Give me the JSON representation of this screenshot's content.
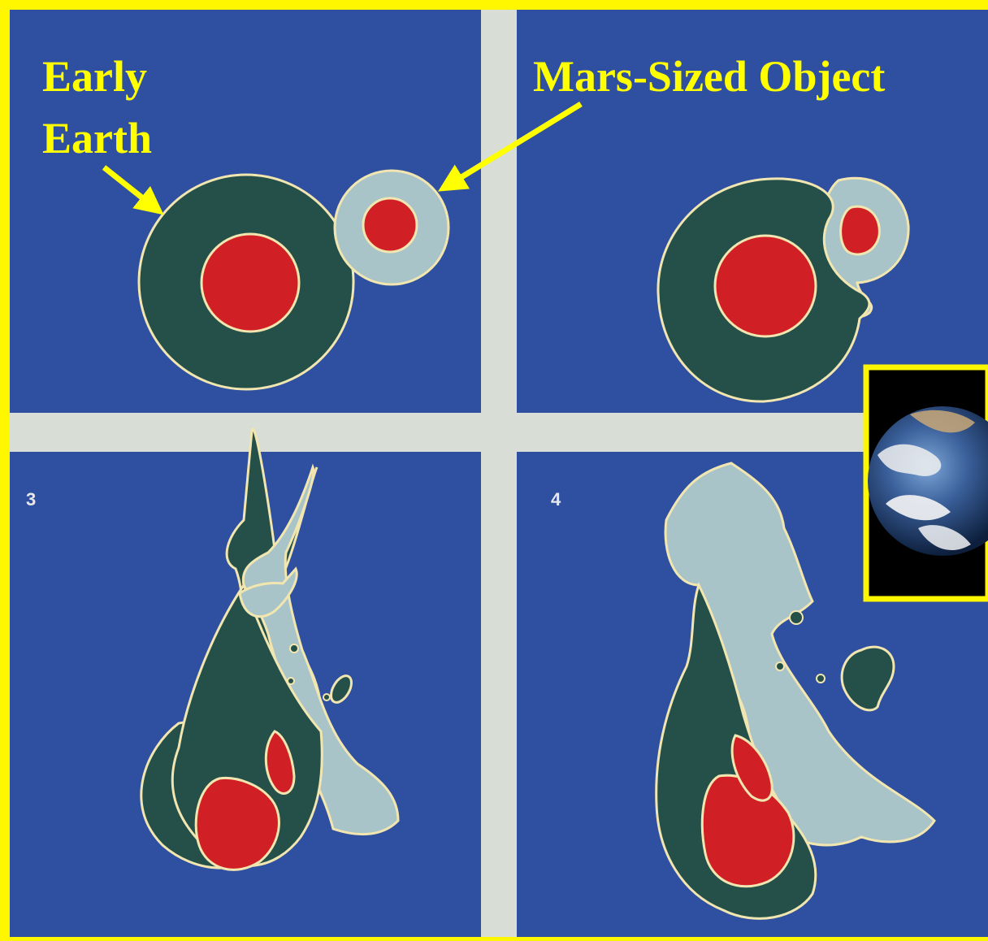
{
  "labels": {
    "early_earth_line1": "Early",
    "early_earth_line2": "Earth",
    "mars_sized_object": "Mars-Sized Object"
  },
  "panels": [
    {
      "number": ""
    },
    {
      "number": ""
    },
    {
      "number": "3"
    },
    {
      "number": "4"
    }
  ],
  "colors": {
    "frame": "#fff700",
    "space_blue": "#2f4fa0",
    "divider": "#d8ddd6",
    "mantle": "#25504a",
    "impactor_mantle": "#a9c4c8",
    "core": "#d11f26",
    "outline": "#f2e6b0",
    "arrow": "#ffff00"
  },
  "inset": {
    "image": "earth-photo"
  }
}
